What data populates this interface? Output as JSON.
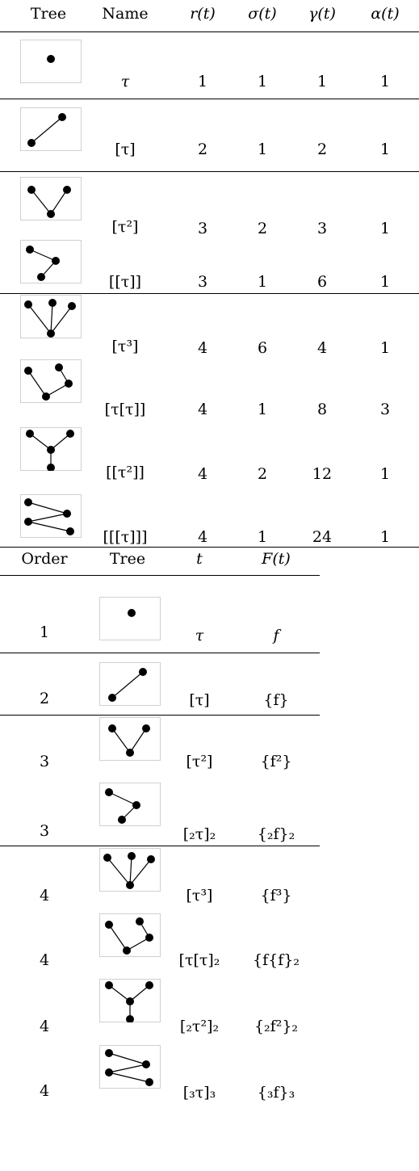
{
  "table1": {
    "headers": [
      "Tree",
      "Name",
      "r(t)",
      "σ(t)",
      "γ(t)",
      "α(t)"
    ],
    "rows": [
      {
        "tree": "root",
        "name": "τ",
        "r": "1",
        "sigma": "1",
        "gamma": "1",
        "alpha": "1"
      },
      {
        "tree": "bushy-2",
        "name": "[τ]",
        "r": "2",
        "sigma": "1",
        "gamma": "2",
        "alpha": "1"
      },
      {
        "tree": "bushy-3",
        "name": "[τ²]",
        "r": "3",
        "sigma": "2",
        "gamma": "3",
        "alpha": "1"
      },
      {
        "tree": "tall-3",
        "name": "[[τ]]",
        "r": "3",
        "sigma": "1",
        "gamma": "6",
        "alpha": "1"
      },
      {
        "tree": "bushy-4",
        "name": "[τ³]",
        "r": "4",
        "sigma": "6",
        "gamma": "4",
        "alpha": "1"
      },
      {
        "tree": "mixed-4",
        "name": "[τ[τ]]",
        "r": "4",
        "sigma": "1",
        "gamma": "8",
        "alpha": "3"
      },
      {
        "tree": "fork-4",
        "name": "[[τ²]]",
        "r": "4",
        "sigma": "2",
        "gamma": "12",
        "alpha": "1"
      },
      {
        "tree": "tall-4",
        "name": "[[[τ]]]",
        "r": "4",
        "sigma": "1",
        "gamma": "24",
        "alpha": "1"
      }
    ]
  },
  "table2": {
    "headers": [
      "Order",
      "Tree",
      "t",
      "F(t)"
    ],
    "rows": [
      {
        "order": "1",
        "tree": "root",
        "t": "τ",
        "F": "f"
      },
      {
        "order": "2",
        "tree": "bushy-2",
        "t": "[τ]",
        "F": "{f}"
      },
      {
        "order": "3",
        "tree": "bushy-3",
        "t": "[τ²]",
        "F": "{f²}"
      },
      {
        "order": "3",
        "tree": "tall-3",
        "t": "[₂τ]₂",
        "F": "{₂f}₂"
      },
      {
        "order": "4",
        "tree": "bushy-4",
        "t": "[τ³]",
        "F": "{f³}"
      },
      {
        "order": "4",
        "tree": "mixed-4",
        "t": "[τ[τ]₂",
        "F": "{f{f}₂"
      },
      {
        "order": "4",
        "tree": "fork-4",
        "t": "[₂τ²]₂",
        "F": "{₂f²}₂"
      },
      {
        "order": "4",
        "tree": "tall-4",
        "t": "[₃τ]₃",
        "F": "{₃f}₃"
      }
    ]
  }
}
